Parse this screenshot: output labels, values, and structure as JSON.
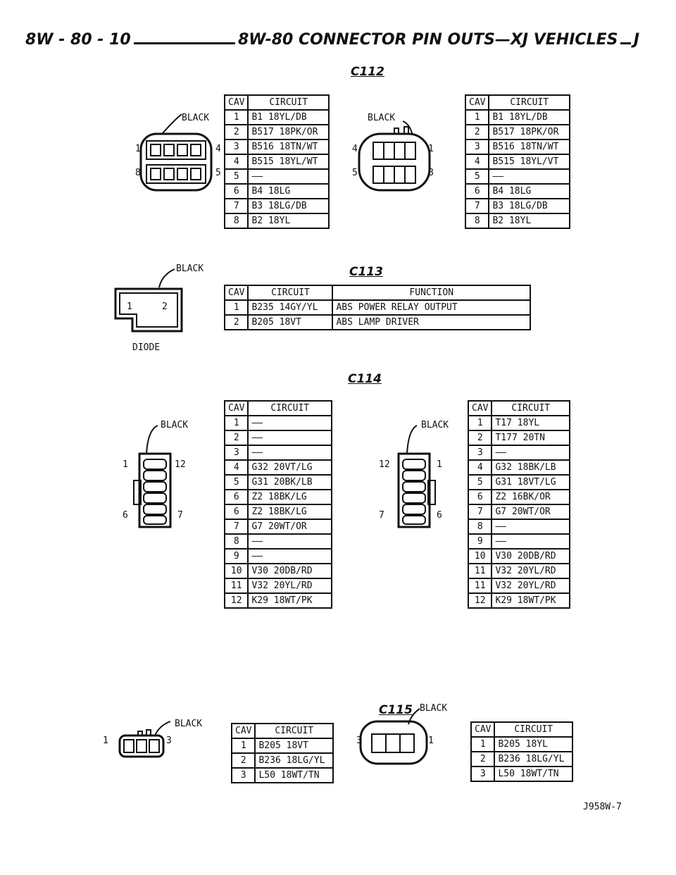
{
  "header": {
    "left": "8W - 80 - 10",
    "title": "8W-80 CONNECTOR PIN OUTS—XJ VEHICLES",
    "right": "J"
  },
  "c112": {
    "name": "C112",
    "left": {
      "color": "BLACK",
      "pins": [
        "1",
        "4",
        "8",
        "5"
      ],
      "cols": [
        "CAV",
        "CIRCUIT"
      ],
      "rows": [
        [
          "1",
          "B1 18YL/DB"
        ],
        [
          "2",
          "B517 18PK/OR"
        ],
        [
          "3",
          "B516 18TN/WT"
        ],
        [
          "4",
          "B515 18YL/WT"
        ],
        [
          "5",
          "——"
        ],
        [
          "6",
          "B4 18LG"
        ],
        [
          "7",
          "B3 18LG/DB"
        ],
        [
          "8",
          "B2 18YL"
        ]
      ]
    },
    "right": {
      "color": "BLACK",
      "pins": [
        "4",
        "1",
        "5",
        "8"
      ],
      "cols": [
        "CAV",
        "CIRCUIT"
      ],
      "rows": [
        [
          "1",
          "B1 18YL/DB"
        ],
        [
          "2",
          "B517 18PK/OR"
        ],
        [
          "3",
          "B516 18TN/WT"
        ],
        [
          "4",
          "B515 18YL/VT"
        ],
        [
          "5",
          "——"
        ],
        [
          "6",
          "B4 18LG"
        ],
        [
          "7",
          "B3 18LG/DB"
        ],
        [
          "8",
          "B2 18YL"
        ]
      ]
    }
  },
  "c113": {
    "name": "C113",
    "color": "BLACK",
    "pins": [
      "1",
      "2"
    ],
    "label": "DIODE",
    "cols": [
      "CAV",
      "CIRCUIT",
      "FUNCTION"
    ],
    "rows": [
      [
        "1",
        "B235 14GY/YL",
        "ABS POWER RELAY OUTPUT"
      ],
      [
        "2",
        "B205 18VT",
        "ABS LAMP DRIVER"
      ]
    ]
  },
  "c114": {
    "name": "C114",
    "left": {
      "color": "BLACK",
      "pins": [
        "1",
        "12",
        "6",
        "7"
      ],
      "cols": [
        "CAV",
        "CIRCUIT"
      ],
      "rows": [
        [
          "1",
          "——"
        ],
        [
          "2",
          "——"
        ],
        [
          "3",
          "——"
        ],
        [
          "4",
          "G32 20VT/LG"
        ],
        [
          "5",
          "G31 20BK/LB"
        ],
        [
          "6",
          "Z2 18BK/LG"
        ],
        [
          "6",
          "Z2 18BK/LG"
        ],
        [
          "7",
          "G7 20WT/OR"
        ],
        [
          "8",
          "——"
        ],
        [
          "9",
          "——"
        ],
        [
          "10",
          "V30 20DB/RD"
        ],
        [
          "11",
          "V32 20YL/RD"
        ],
        [
          "12",
          "K29 18WT/PK"
        ]
      ]
    },
    "right": {
      "color": "BLACK",
      "pins": [
        "12",
        "1",
        "7",
        "6"
      ],
      "cols": [
        "CAV",
        "CIRCUIT"
      ],
      "rows": [
        [
          "1",
          "T17 18YL"
        ],
        [
          "2",
          "T177 20TN"
        ],
        [
          "3",
          "——"
        ],
        [
          "4",
          "G32 18BK/LB"
        ],
        [
          "5",
          "G31 18VT/LG"
        ],
        [
          "6",
          "Z2 16BK/OR"
        ],
        [
          "7",
          "G7 20WT/OR"
        ],
        [
          "8",
          "——"
        ],
        [
          "9",
          "——"
        ],
        [
          "10",
          "V30 20DB/RD"
        ],
        [
          "11",
          "V32 20YL/RD"
        ],
        [
          "11",
          "V32 20YL/RD"
        ],
        [
          "12",
          "K29 18WT/PK"
        ]
      ]
    }
  },
  "c115": {
    "name": "C115",
    "left": {
      "color": "BLACK",
      "pins": [
        "1",
        "3"
      ],
      "cols": [
        "CAV",
        "CIRCUIT"
      ],
      "rows": [
        [
          "1",
          "B205 18VT"
        ],
        [
          "2",
          "B236 18LG/YL"
        ],
        [
          "3",
          "L50 18WT/TN"
        ]
      ]
    },
    "right": {
      "color": "BLACK",
      "pins": [
        "3",
        "1"
      ],
      "cols": [
        "CAV",
        "CIRCUIT"
      ],
      "rows": [
        [
          "1",
          "B205 18YL"
        ],
        [
          "2",
          "B236 18LG/YL"
        ],
        [
          "3",
          "L50 18WT/TN"
        ]
      ]
    }
  },
  "footer": {
    "code": "J958W-7"
  }
}
